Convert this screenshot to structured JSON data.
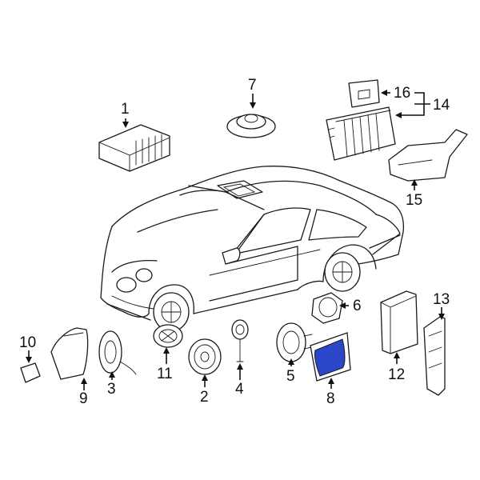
{
  "diagram": {
    "highlight_color": "#2b46c8",
    "highlighted_part": "8",
    "callouts": [
      {
        "id": "c1",
        "label": "1"
      },
      {
        "id": "c2",
        "label": "2"
      },
      {
        "id": "c3",
        "label": "3"
      },
      {
        "id": "c4",
        "label": "4"
      },
      {
        "id": "c5",
        "label": "5"
      },
      {
        "id": "c6",
        "label": "6"
      },
      {
        "id": "c7",
        "label": "7"
      },
      {
        "id": "c8",
        "label": "8"
      },
      {
        "id": "c9",
        "label": "9"
      },
      {
        "id": "c10",
        "label": "10"
      },
      {
        "id": "c11",
        "label": "11"
      },
      {
        "id": "c12",
        "label": "12"
      },
      {
        "id": "c13",
        "label": "13"
      },
      {
        "id": "c14",
        "label": "14"
      },
      {
        "id": "c15",
        "label": "15"
      },
      {
        "id": "c16",
        "label": "16"
      }
    ]
  }
}
